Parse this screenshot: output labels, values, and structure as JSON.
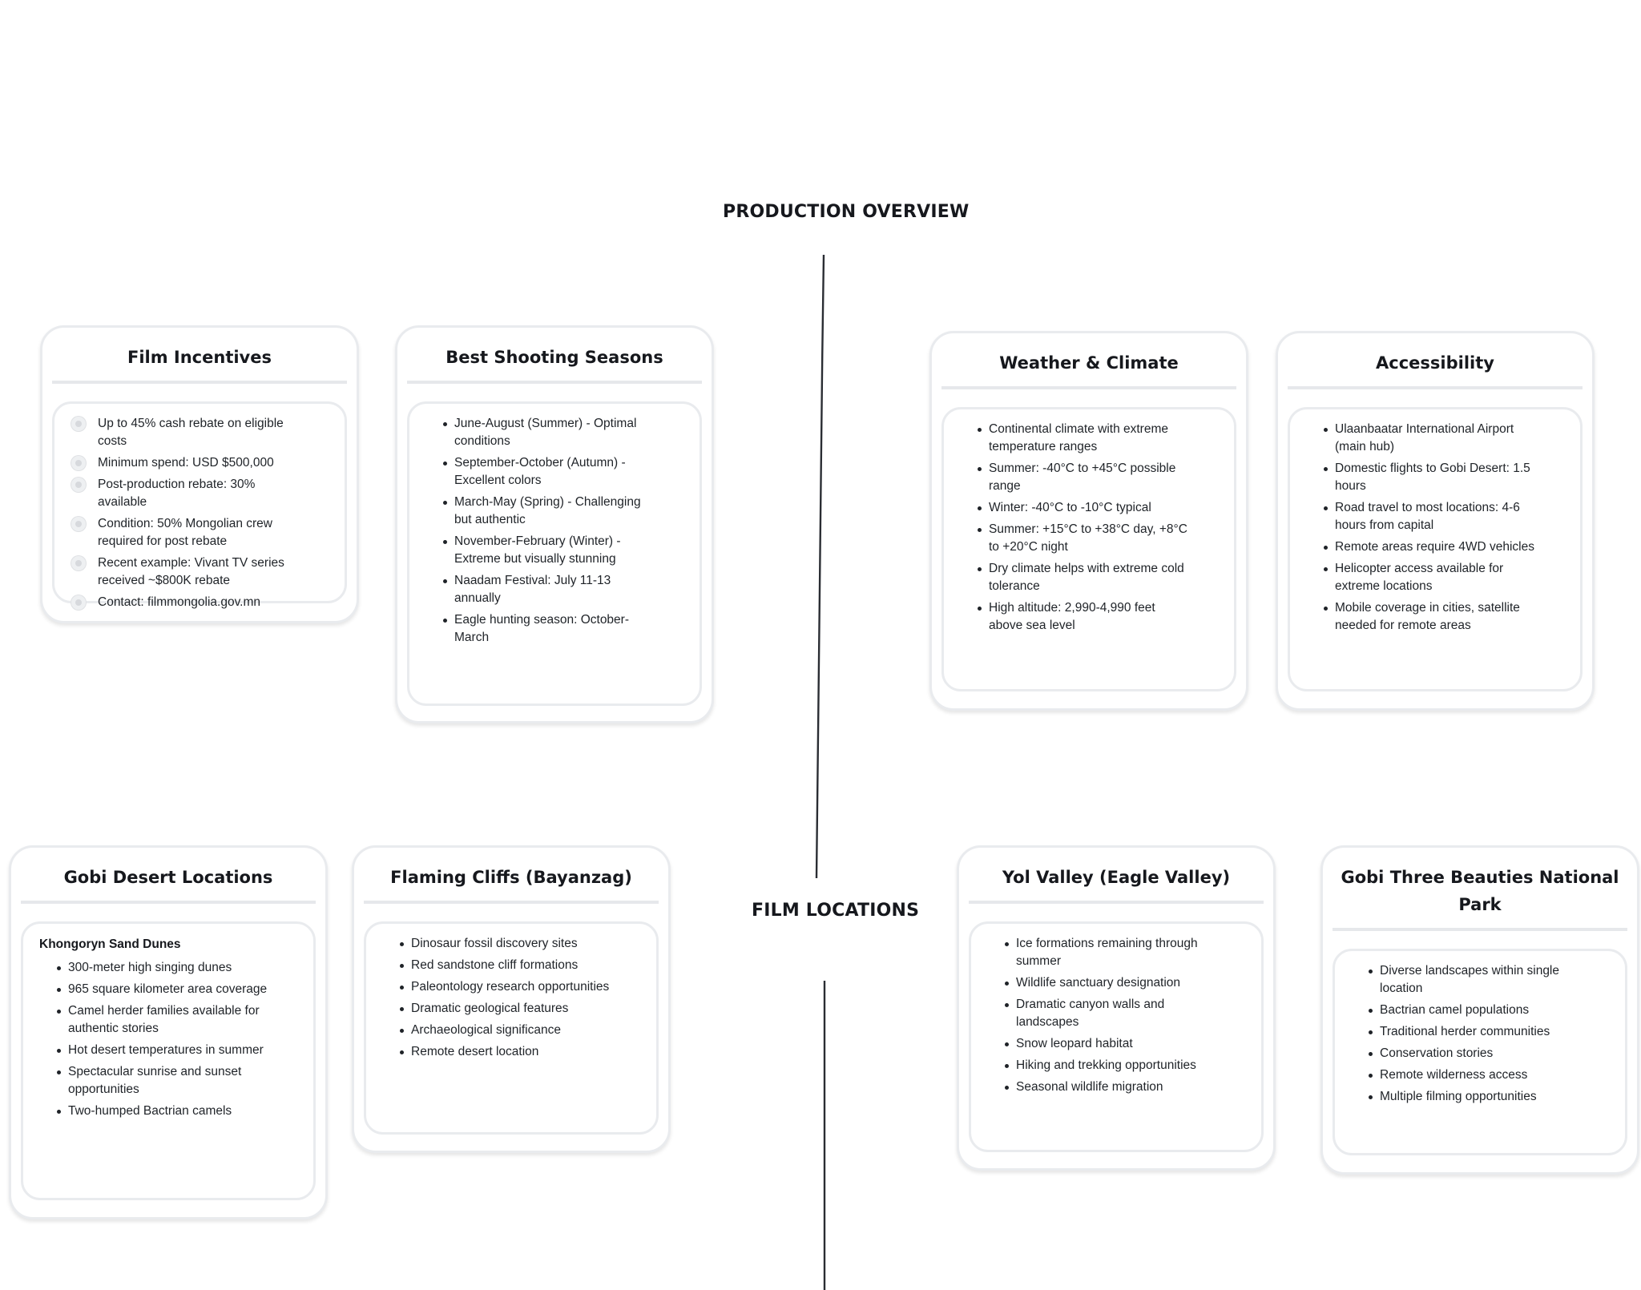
{
  "sections": {
    "overview": "PRODUCTION OVERVIEW",
    "locations": "FILM LOCATIONS"
  },
  "cards": {
    "incentives": {
      "title": "Film Incentives",
      "items": [
        "Up to 45% cash rebate on eligible costs",
        "Minimum spend: USD $500,000",
        "Post-production rebate: 30% available",
        "Condition: 50% Mongolian crew required for post rebate",
        "Recent example: Vivant TV series received ~$800K rebate",
        "Contact: filmmongolia.gov.mn"
      ]
    },
    "seasons": {
      "title": "Best Shooting Seasons",
      "items": [
        "June-August (Summer) - Optimal conditions",
        "September-October (Autumn) - Excellent colors",
        "March-May (Spring) - Challenging but authentic",
        "November-February (Winter) - Extreme but visually stunning",
        "Naadam Festival: July 11-13 annually",
        "Eagle hunting season: October-March"
      ]
    },
    "weather": {
      "title": "Weather & Climate",
      "items": [
        "Continental climate with extreme temperature ranges",
        "Summer: -40°C to +45°C possible range",
        "Winter: -40°C to -10°C typical",
        "Summer: +15°C to +38°C day, +8°C to +20°C night",
        "Dry climate helps with extreme cold tolerance",
        "High altitude: 2,990-4,990 feet above sea level"
      ]
    },
    "access": {
      "title": "Accessibility",
      "items": [
        "Ulaanbaatar International Airport (main hub)",
        "Domestic flights to Gobi Desert: 1.5 hours",
        "Road travel to most locations: 4-6 hours from capital",
        "Remote areas require 4WD vehicles",
        "Helicopter access available for extreme locations",
        "Mobile coverage in cities, satellite needed for remote areas"
      ]
    },
    "gobi": {
      "title": "Gobi Desert Locations",
      "subtitle": "Khongoryn Sand Dunes",
      "items": [
        "300-meter high singing dunes",
        "965 square kilometer area coverage",
        "Camel herder families available for authentic stories",
        "Hot desert temperatures in summer",
        "Spectacular sunrise and sunset opportunities",
        "Two-humped Bactrian camels"
      ]
    },
    "cliffs": {
      "title": "Flaming Cliffs (Bayanzag)",
      "items": [
        "Dinosaur fossil discovery sites",
        "Red sandstone cliff formations",
        "Paleontology research opportunities",
        "Dramatic geological features",
        "Archaeological significance",
        "Remote desert location"
      ]
    },
    "yol": {
      "title": "Yol Valley (Eagle Valley)",
      "items": [
        "Ice formations remaining through summer",
        "Wildlife sanctuary designation",
        "Dramatic canyon walls and landscapes",
        "Snow leopard habitat",
        "Hiking and trekking opportunities",
        "Seasonal wildlife migration"
      ]
    },
    "beauties": {
      "title": "Gobi Three Beauties National Park",
      "items": [
        "Diverse landscapes within single location",
        "Bactrian camel populations",
        "Traditional herder communities",
        "Conservation stories",
        "Remote wilderness access",
        "Multiple filming opportunities"
      ]
    }
  }
}
